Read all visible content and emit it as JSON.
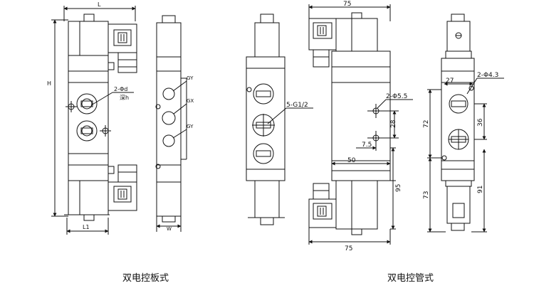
{
  "captions": {
    "left": "双电控板式",
    "right": "双电控管式"
  },
  "plate_type": {
    "front": {
      "width_label": "L",
      "height_label": "H",
      "bottom_label": "L1",
      "hole_label": "2-Φd",
      "depth_label": "深h"
    },
    "side": {
      "width_label": "W",
      "port_labels": [
        "GY",
        "GX",
        "GY"
      ]
    }
  },
  "pipe_type": {
    "front": {
      "top_width": "75",
      "bottom_width": "75",
      "port_label": "5-G1/2"
    },
    "mount_view": {
      "hole_label": "2-Φ5.5",
      "dim_28": "28",
      "dim_7_5": "7.5",
      "dim_50": "50",
      "dim_95": "95"
    },
    "side": {
      "dim_27": "27",
      "hole_label": "2-Φ4.3",
      "dim_72": "72",
      "dim_36": "36",
      "dim_73": "73",
      "dim_91": "91"
    }
  }
}
